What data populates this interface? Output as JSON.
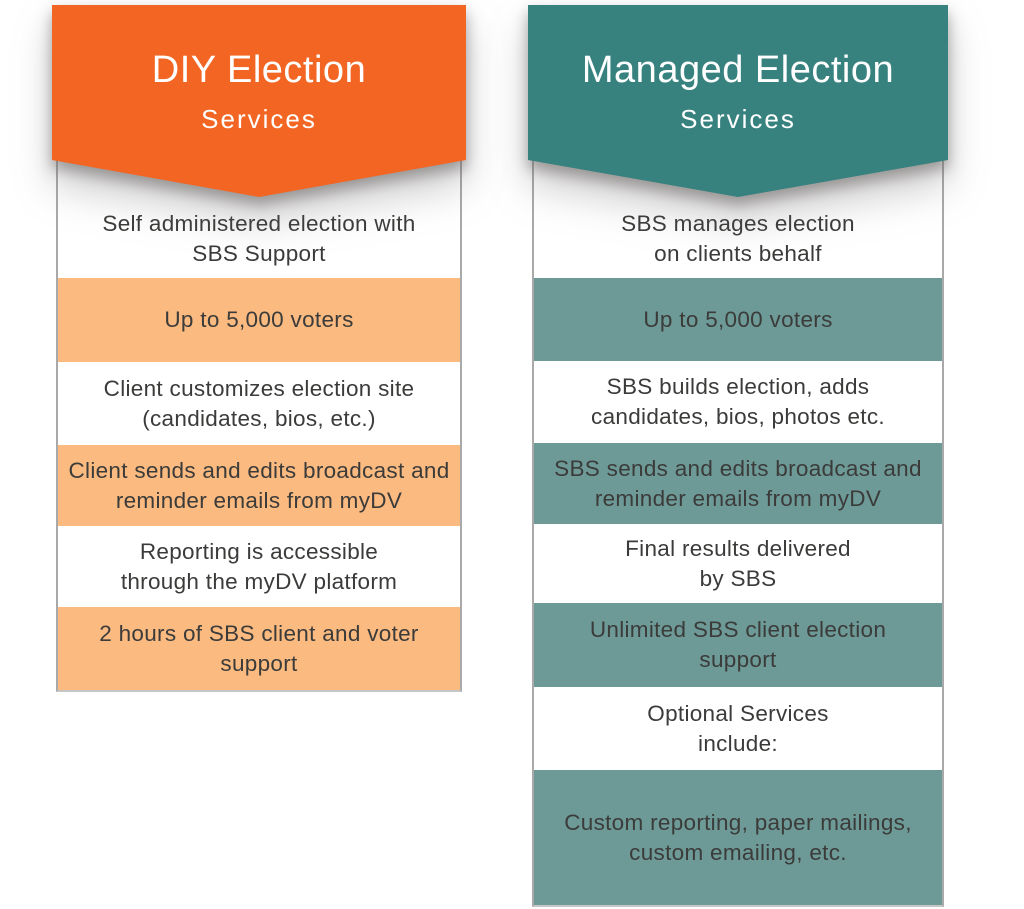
{
  "columns": [
    {
      "title": "DIY Election",
      "subtitle": "Services",
      "theme": {
        "header_color": "#F26522",
        "accent_color": "#FBBA80",
        "header_text_color": "#FFFFFF",
        "body_text_color": "#3B3B3A"
      },
      "rows": [
        {
          "text": "Self administered election with\nSBS Support"
        },
        {
          "text": "Up to 5,000 voters"
        },
        {
          "text": "Client customizes election site\n(candidates, bios, etc.)"
        },
        {
          "text": "Client sends and edits broadcast and\nreminder emails from myDV"
        },
        {
          "text": "Reporting is accessible\nthrough the myDV platform"
        },
        {
          "text": "2 hours of SBS client and voter\nsupport"
        }
      ]
    },
    {
      "title": "Managed Election",
      "subtitle": "Services",
      "theme": {
        "header_color": "#37827F",
        "accent_color": "#6D9A97",
        "header_text_color": "#FFFFFF",
        "body_text_color": "#3B3B3A"
      },
      "rows": [
        {
          "text": "SBS manages election\non clients behalf"
        },
        {
          "text": "Up to 5,000 voters"
        },
        {
          "text": "SBS builds election, adds\ncandidates, bios, photos etc."
        },
        {
          "text": "SBS sends and edits broadcast and\nreminder emails from myDV"
        },
        {
          "text": "Final results delivered\nby SBS"
        },
        {
          "text": "Unlimited SBS client election\nsupport"
        },
        {
          "text": "Optional Services\ninclude:"
        },
        {
          "text": "Custom reporting, paper mailings,\ncustom emailing, etc."
        }
      ]
    }
  ]
}
